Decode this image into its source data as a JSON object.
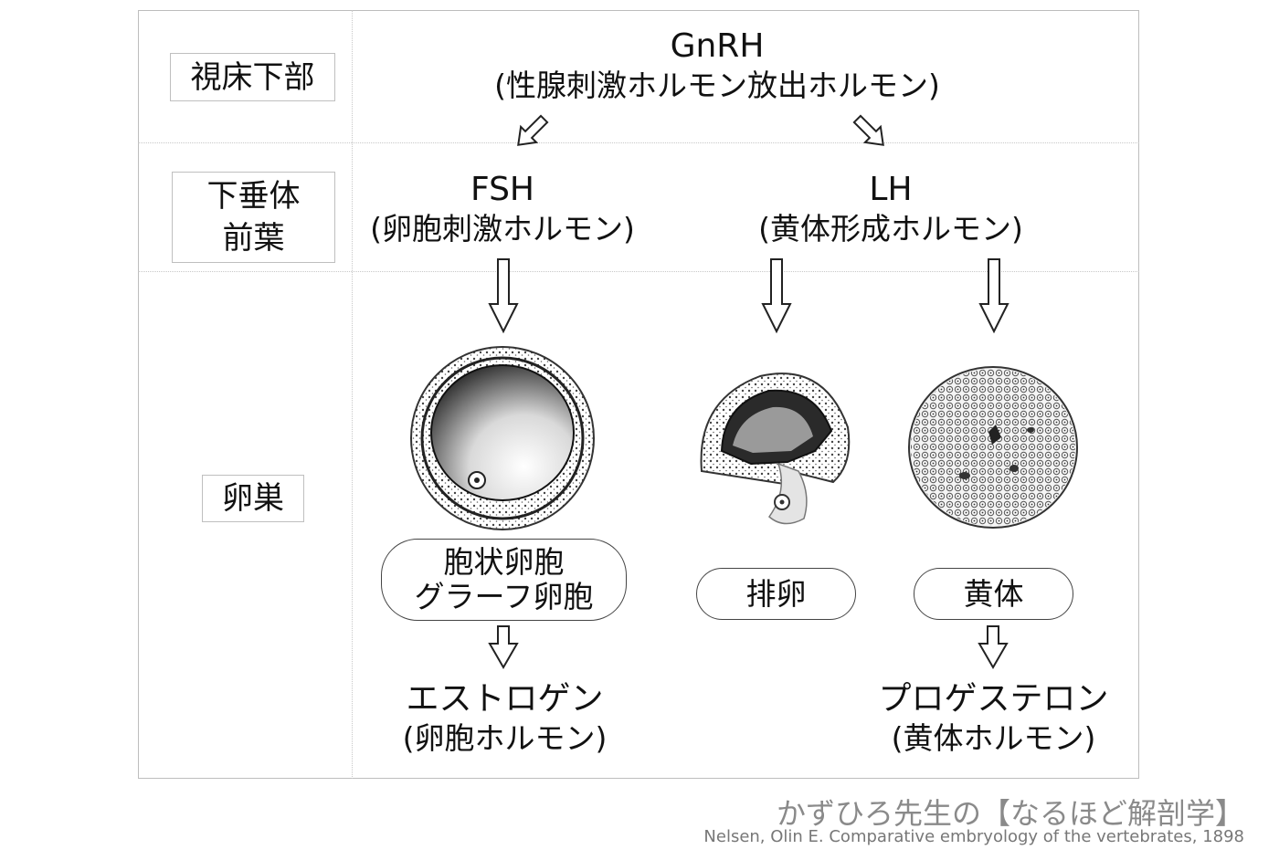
{
  "rows": {
    "hypothalamus": "視床下部",
    "pituitary_line1": "下垂体",
    "pituitary_line2": "前葉",
    "ovary": "卵巣"
  },
  "hormones": {
    "gnrh_name": "GnRH",
    "gnrh_desc": "(性腺刺激ホルモン放出ホルモン)",
    "fsh_name": "FSH",
    "fsh_desc": "(卵胞刺激ホルモン)",
    "lh_name": "LH",
    "lh_desc": "(黄体形成ホルモン)"
  },
  "stages": {
    "follicle_line1": "胞状卵胞",
    "follicle_line2": "グラーフ卵胞",
    "ovulation": "排卵",
    "corpus_luteum": "黄体"
  },
  "products": {
    "estrogen_name": "エストロゲン",
    "estrogen_desc": "(卵胞ホルモン)",
    "progesterone_name": "プロゲステロン",
    "progesterone_desc": "(黄体ホルモン)"
  },
  "credits": {
    "author": "かずひろ先生の【なるほど解剖学】",
    "source": "Nelsen, Olin E. Comparative embryology of the vertebrates, 1898"
  },
  "icons": [
    "arrow-down-outline-icon",
    "arrow-diagonal-outline-icon"
  ]
}
